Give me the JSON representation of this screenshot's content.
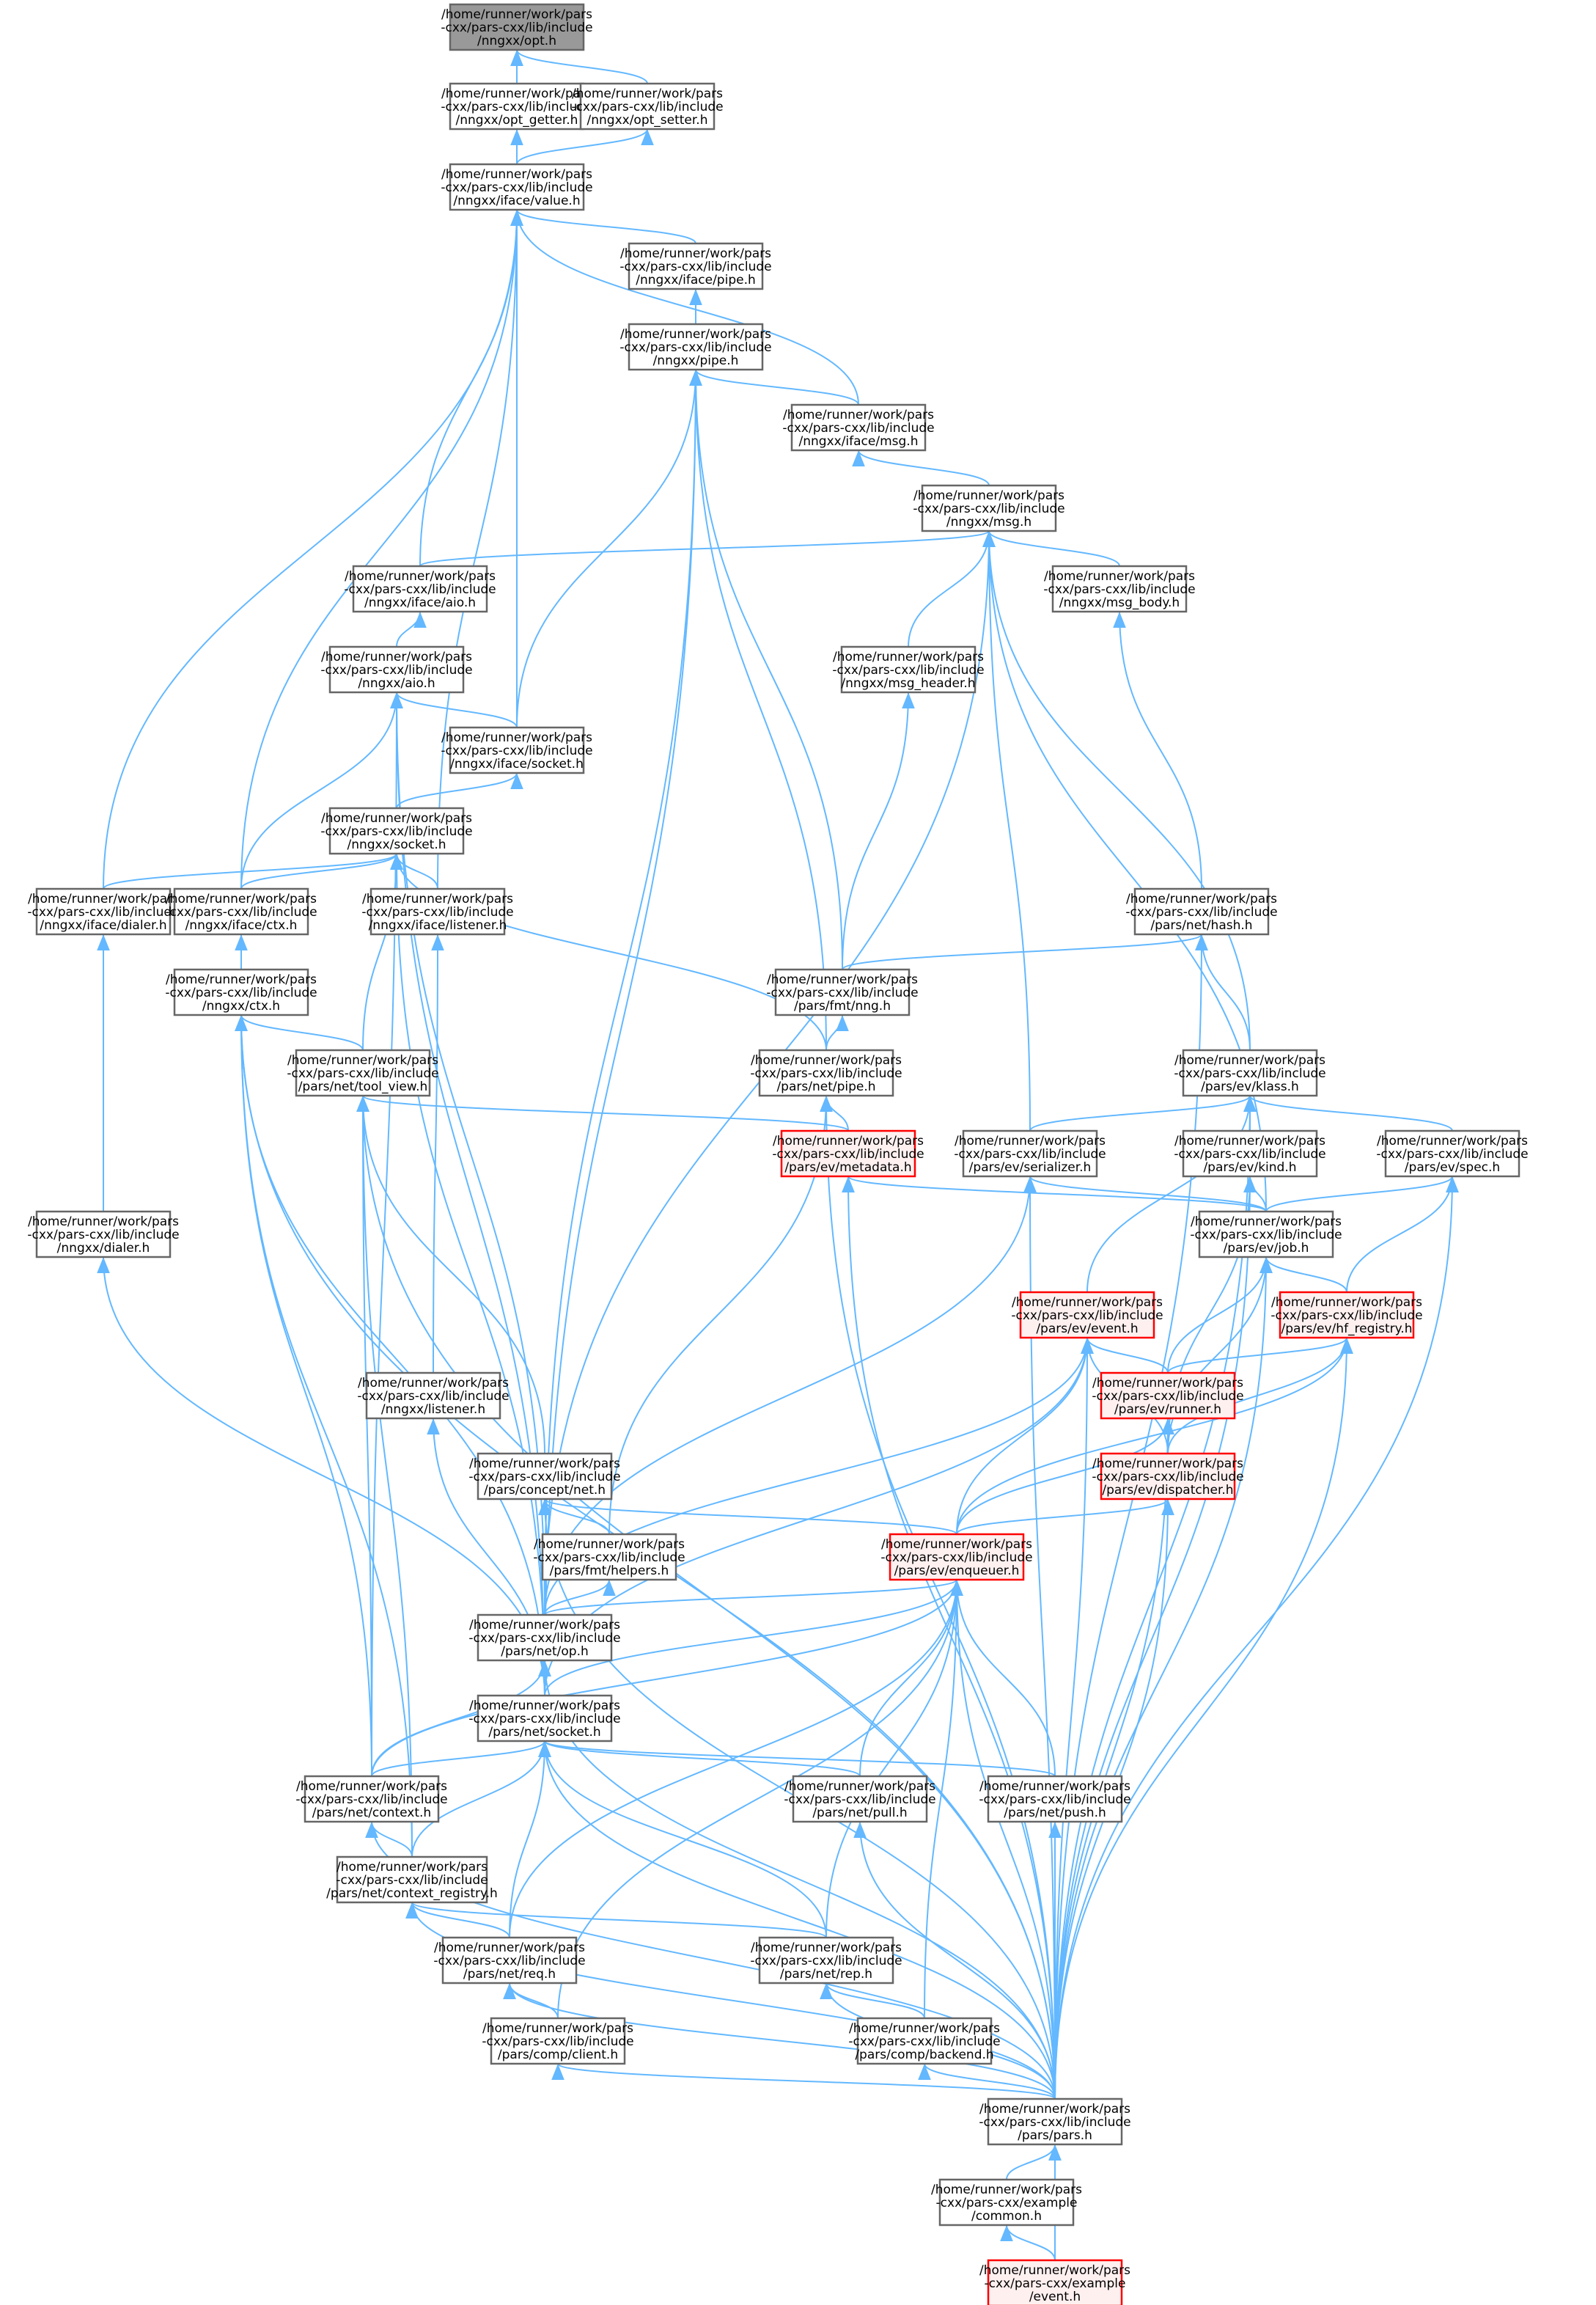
{
  "graph": {
    "nodes": [
      {
        "id": "opt",
        "style": "root",
        "lines": [
          "/home/runner/work/pars",
          "-cxx/pars-cxx/lib/include",
          "/nngxx/opt.h"
        ]
      },
      {
        "id": "opt_getter",
        "style": "normal",
        "lines": [
          "/home/runner/work/pars",
          "-cxx/pars-cxx/lib/include",
          "/nngxx/opt_getter.h"
        ]
      },
      {
        "id": "opt_setter",
        "style": "normal",
        "lines": [
          "/home/runner/work/pars",
          "-cxx/pars-cxx/lib/include",
          "/nngxx/opt_setter.h"
        ]
      },
      {
        "id": "iface_value",
        "style": "normal",
        "lines": [
          "/home/runner/work/pars",
          "-cxx/pars-cxx/lib/include",
          "/nngxx/iface/value.h"
        ]
      },
      {
        "id": "iface_pipe",
        "style": "normal",
        "lines": [
          "/home/runner/work/pars",
          "-cxx/pars-cxx/lib/include",
          "/nngxx/iface/pipe.h"
        ]
      },
      {
        "id": "pipe",
        "style": "normal",
        "lines": [
          "/home/runner/work/pars",
          "-cxx/pars-cxx/lib/include",
          "/nngxx/pipe.h"
        ]
      },
      {
        "id": "iface_msg",
        "style": "normal",
        "lines": [
          "/home/runner/work/pars",
          "-cxx/pars-cxx/lib/include",
          "/nngxx/iface/msg.h"
        ]
      },
      {
        "id": "msg",
        "style": "normal",
        "lines": [
          "/home/runner/work/pars",
          "-cxx/pars-cxx/lib/include",
          "/nngxx/msg.h"
        ]
      },
      {
        "id": "iface_aio",
        "style": "normal",
        "lines": [
          "/home/runner/work/pars",
          "-cxx/pars-cxx/lib/include",
          "/nngxx/iface/aio.h"
        ]
      },
      {
        "id": "msg_body",
        "style": "normal",
        "lines": [
          "/home/runner/work/pars",
          "-cxx/pars-cxx/lib/include",
          "/nngxx/msg_body.h"
        ]
      },
      {
        "id": "aio",
        "style": "normal",
        "lines": [
          "/home/runner/work/pars",
          "-cxx/pars-cxx/lib/include",
          "/nngxx/aio.h"
        ]
      },
      {
        "id": "msg_header",
        "style": "normal",
        "lines": [
          "/home/runner/work/pars",
          "-cxx/pars-cxx/lib/include",
          "/nngxx/msg_header.h"
        ]
      },
      {
        "id": "iface_socket",
        "style": "normal",
        "lines": [
          "/home/runner/work/pars",
          "-cxx/pars-cxx/lib/include",
          "/nngxx/iface/socket.h"
        ]
      },
      {
        "id": "socket",
        "style": "normal",
        "lines": [
          "/home/runner/work/pars",
          "-cxx/pars-cxx/lib/include",
          "/nngxx/socket.h"
        ]
      },
      {
        "id": "iface_dialer",
        "style": "normal",
        "lines": [
          "/home/runner/work/pars",
          "-cxx/pars-cxx/lib/include",
          "/nngxx/iface/dialer.h"
        ]
      },
      {
        "id": "iface_ctx",
        "style": "normal",
        "lines": [
          "/home/runner/work/pars",
          "-cxx/pars-cxx/lib/include",
          "/nngxx/iface/ctx.h"
        ]
      },
      {
        "id": "iface_listener",
        "style": "normal",
        "lines": [
          "/home/runner/work/pars",
          "-cxx/pars-cxx/lib/include",
          "/nngxx/iface/listener.h"
        ]
      },
      {
        "id": "net_hash",
        "style": "normal",
        "lines": [
          "/home/runner/work/pars",
          "-cxx/pars-cxx/lib/include",
          "/pars/net/hash.h"
        ]
      },
      {
        "id": "ctx",
        "style": "normal",
        "lines": [
          "/home/runner/work/pars",
          "-cxx/pars-cxx/lib/include",
          "/nngxx/ctx.h"
        ]
      },
      {
        "id": "fmt_nng",
        "style": "normal",
        "lines": [
          "/home/runner/work/pars",
          "-cxx/pars-cxx/lib/include",
          "/pars/fmt/nng.h"
        ]
      },
      {
        "id": "tool_view",
        "style": "normal",
        "lines": [
          "/home/runner/work/pars",
          "-cxx/pars-cxx/lib/include",
          "/pars/net/tool_view.h"
        ]
      },
      {
        "id": "net_pipe",
        "style": "normal",
        "lines": [
          "/home/runner/work/pars",
          "-cxx/pars-cxx/lib/include",
          "/pars/net/pipe.h"
        ]
      },
      {
        "id": "klass",
        "style": "normal",
        "lines": [
          "/home/runner/work/pars",
          "-cxx/pars-cxx/lib/include",
          "/pars/ev/klass.h"
        ]
      },
      {
        "id": "metadata",
        "style": "red",
        "lines": [
          "/home/runner/work/pars",
          "-cxx/pars-cxx/lib/include",
          "/pars/ev/metadata.h"
        ]
      },
      {
        "id": "serializer",
        "style": "normal",
        "lines": [
          "/home/runner/work/pars",
          "-cxx/pars-cxx/lib/include",
          "/pars/ev/serializer.h"
        ]
      },
      {
        "id": "kind",
        "style": "normal",
        "lines": [
          "/home/runner/work/pars",
          "-cxx/pars-cxx/lib/include",
          "/pars/ev/kind.h"
        ]
      },
      {
        "id": "spec",
        "style": "normal",
        "lines": [
          "/home/runner/work/pars",
          "-cxx/pars-cxx/lib/include",
          "/pars/ev/spec.h"
        ]
      },
      {
        "id": "dialer",
        "style": "normal",
        "lines": [
          "/home/runner/work/pars",
          "-cxx/pars-cxx/lib/include",
          "/nngxx/dialer.h"
        ]
      },
      {
        "id": "job",
        "style": "normal",
        "lines": [
          "/home/runner/work/pars",
          "-cxx/pars-cxx/lib/include",
          "/pars/ev/job.h"
        ]
      },
      {
        "id": "event",
        "style": "red",
        "lines": [
          "/home/runner/work/pars",
          "-cxx/pars-cxx/lib/include",
          "/pars/ev/event.h"
        ]
      },
      {
        "id": "hf_registry",
        "style": "red",
        "lines": [
          "/home/runner/work/pars",
          "-cxx/pars-cxx/lib/include",
          "/pars/ev/hf_registry.h"
        ]
      },
      {
        "id": "listener",
        "style": "normal",
        "lines": [
          "/home/runner/work/pars",
          "-cxx/pars-cxx/lib/include",
          "/nngxx/listener.h"
        ]
      },
      {
        "id": "runner",
        "style": "red",
        "lines": [
          "/home/runner/work/pars",
          "-cxx/pars-cxx/lib/include",
          "/pars/ev/runner.h"
        ]
      },
      {
        "id": "concept_net",
        "style": "normal",
        "lines": [
          "/home/runner/work/pars",
          "-cxx/pars-cxx/lib/include",
          "/pars/concept/net.h"
        ]
      },
      {
        "id": "dispatcher",
        "style": "red",
        "lines": [
          "/home/runner/work/pars",
          "-cxx/pars-cxx/lib/include",
          "/pars/ev/dispatcher.h"
        ]
      },
      {
        "id": "fmt_helpers",
        "style": "normal",
        "lines": [
          "/home/runner/work/pars",
          "-cxx/pars-cxx/lib/include",
          "/pars/fmt/helpers.h"
        ]
      },
      {
        "id": "enqueuer",
        "style": "red",
        "lines": [
          "/home/runner/work/pars",
          "-cxx/pars-cxx/lib/include",
          "/pars/ev/enqueuer.h"
        ]
      },
      {
        "id": "net_op",
        "style": "normal",
        "lines": [
          "/home/runner/work/pars",
          "-cxx/pars-cxx/lib/include",
          "/pars/net/op.h"
        ]
      },
      {
        "id": "net_socket",
        "style": "normal",
        "lines": [
          "/home/runner/work/pars",
          "-cxx/pars-cxx/lib/include",
          "/pars/net/socket.h"
        ]
      },
      {
        "id": "net_context",
        "style": "normal",
        "lines": [
          "/home/runner/work/pars",
          "-cxx/pars-cxx/lib/include",
          "/pars/net/context.h"
        ]
      },
      {
        "id": "net_pull",
        "style": "normal",
        "lines": [
          "/home/runner/work/pars",
          "-cxx/pars-cxx/lib/include",
          "/pars/net/pull.h"
        ]
      },
      {
        "id": "net_push",
        "style": "normal",
        "lines": [
          "/home/runner/work/pars",
          "-cxx/pars-cxx/lib/include",
          "/pars/net/push.h"
        ]
      },
      {
        "id": "context_registry",
        "style": "normal",
        "lines": [
          "/home/runner/work/pars",
          "-cxx/pars-cxx/lib/include",
          "/pars/net/context_registry.h"
        ]
      },
      {
        "id": "net_req",
        "style": "normal",
        "lines": [
          "/home/runner/work/pars",
          "-cxx/pars-cxx/lib/include",
          "/pars/net/req.h"
        ]
      },
      {
        "id": "net_rep",
        "style": "normal",
        "lines": [
          "/home/runner/work/pars",
          "-cxx/pars-cxx/lib/include",
          "/pars/net/rep.h"
        ]
      },
      {
        "id": "comp_client",
        "style": "normal",
        "lines": [
          "/home/runner/work/pars",
          "-cxx/pars-cxx/lib/include",
          "/pars/comp/client.h"
        ]
      },
      {
        "id": "comp_backend",
        "style": "normal",
        "lines": [
          "/home/runner/work/pars",
          "-cxx/pars-cxx/lib/include",
          "/pars/comp/backend.h"
        ]
      },
      {
        "id": "pars",
        "style": "normal",
        "lines": [
          "/home/runner/work/pars",
          "-cxx/pars-cxx/lib/include",
          "/pars/pars.h"
        ]
      },
      {
        "id": "ex_common",
        "style": "normal",
        "lines": [
          "/home/runner/work/pars",
          "-cxx/pars-cxx/example",
          "/common.h"
        ]
      },
      {
        "id": "ex_event",
        "style": "red",
        "lines": [
          "/home/runner/work/pars",
          "-cxx/pars-cxx/example",
          "/event.h"
        ]
      }
    ],
    "edges": [
      [
        "opt_getter",
        "opt"
      ],
      [
        "opt_setter",
        "opt"
      ],
      [
        "iface_value",
        "opt"
      ],
      [
        "iface_value",
        "opt_getter"
      ],
      [
        "iface_value",
        "opt_setter"
      ],
      [
        "iface_pipe",
        "iface_value"
      ],
      [
        "iface_msg",
        "iface_value"
      ],
      [
        "iface_aio",
        "iface_value"
      ],
      [
        "iface_socket",
        "iface_value"
      ],
      [
        "iface_dialer",
        "iface_value"
      ],
      [
        "iface_ctx",
        "iface_value"
      ],
      [
        "iface_listener",
        "iface_value"
      ],
      [
        "pipe",
        "iface_pipe"
      ],
      [
        "iface_msg",
        "pipe"
      ],
      [
        "iface_socket",
        "pipe"
      ],
      [
        "fmt_nng",
        "pipe"
      ],
      [
        "net_pipe",
        "pipe"
      ],
      [
        "net_op",
        "pipe"
      ],
      [
        "net_socket",
        "pipe"
      ],
      [
        "msg",
        "iface_msg"
      ],
      [
        "iface_aio",
        "msg"
      ],
      [
        "msg_body",
        "msg"
      ],
      [
        "msg_header",
        "msg"
      ],
      [
        "serializer",
        "msg"
      ],
      [
        "klass",
        "msg"
      ],
      [
        "job",
        "msg"
      ],
      [
        "net_op",
        "msg"
      ],
      [
        "net_hash",
        "msg_body"
      ],
      [
        "fmt_nng",
        "msg_header"
      ],
      [
        "aio",
        "iface_aio"
      ],
      [
        "iface_socket",
        "aio"
      ],
      [
        "iface_ctx",
        "aio"
      ],
      [
        "net_context",
        "aio"
      ],
      [
        "net_socket",
        "aio"
      ],
      [
        "net_op",
        "aio"
      ],
      [
        "socket",
        "iface_socket"
      ],
      [
        "iface_dialer",
        "socket"
      ],
      [
        "iface_ctx",
        "socket"
      ],
      [
        "iface_listener",
        "socket"
      ],
      [
        "tool_view",
        "socket"
      ],
      [
        "net_pipe",
        "socket"
      ],
      [
        "net_socket",
        "socket"
      ],
      [
        "dialer",
        "iface_dialer"
      ],
      [
        "ctx",
        "iface_ctx"
      ],
      [
        "listener",
        "iface_listener"
      ],
      [
        "fmt_nng",
        "net_hash"
      ],
      [
        "klass",
        "net_hash"
      ],
      [
        "pars",
        "net_hash"
      ],
      [
        "tool_view",
        "ctx"
      ],
      [
        "net_context",
        "ctx"
      ],
      [
        "net_socket",
        "ctx"
      ],
      [
        "context_registry",
        "ctx"
      ],
      [
        "pars",
        "ctx"
      ],
      [
        "net_pipe",
        "fmt_nng"
      ],
      [
        "metadata",
        "tool_view"
      ],
      [
        "concept_net",
        "tool_view"
      ],
      [
        "context_registry",
        "tool_view"
      ],
      [
        "net_context",
        "tool_view"
      ],
      [
        "pars",
        "tool_view"
      ],
      [
        "metadata",
        "net_pipe"
      ],
      [
        "fmt_helpers",
        "net_pipe"
      ],
      [
        "pars",
        "net_pipe"
      ],
      [
        "serializer",
        "klass"
      ],
      [
        "kind",
        "klass"
      ],
      [
        "spec",
        "klass"
      ],
      [
        "event",
        "klass"
      ],
      [
        "pars",
        "klass"
      ],
      [
        "job",
        "metadata"
      ],
      [
        "pars",
        "metadata"
      ],
      [
        "job",
        "serializer"
      ],
      [
        "net_op",
        "serializer"
      ],
      [
        "pars",
        "serializer"
      ],
      [
        "job",
        "kind"
      ],
      [
        "dispatcher",
        "kind"
      ],
      [
        "pars",
        "kind"
      ],
      [
        "job",
        "spec"
      ],
      [
        "hf_registry",
        "spec"
      ],
      [
        "pars",
        "spec"
      ],
      [
        "net_socket",
        "dialer"
      ],
      [
        "hf_registry",
        "job"
      ],
      [
        "runner",
        "job"
      ],
      [
        "dispatcher",
        "job"
      ],
      [
        "pars",
        "job"
      ],
      [
        "runner",
        "event"
      ],
      [
        "dispatcher",
        "event"
      ],
      [
        "enqueuer",
        "event"
      ],
      [
        "net_op",
        "event"
      ],
      [
        "net_socket",
        "event"
      ],
      [
        "pars",
        "event"
      ],
      [
        "runner",
        "hf_registry"
      ],
      [
        "dispatcher",
        "hf_registry"
      ],
      [
        "enqueuer",
        "hf_registry"
      ],
      [
        "pars",
        "hf_registry"
      ],
      [
        "net_socket",
        "listener"
      ],
      [
        "dispatcher",
        "runner"
      ],
      [
        "enqueuer",
        "runner"
      ],
      [
        "pars",
        "runner"
      ],
      [
        "fmt_helpers",
        "concept_net"
      ],
      [
        "enqueuer",
        "concept_net"
      ],
      [
        "pars",
        "concept_net"
      ],
      [
        "enqueuer",
        "dispatcher"
      ],
      [
        "pars",
        "dispatcher"
      ],
      [
        "net_op",
        "fmt_helpers"
      ],
      [
        "net_op",
        "enqueuer"
      ],
      [
        "net_socket",
        "enqueuer"
      ],
      [
        "net_context",
        "enqueuer"
      ],
      [
        "net_pull",
        "enqueuer"
      ],
      [
        "net_push",
        "enqueuer"
      ],
      [
        "net_req",
        "enqueuer"
      ],
      [
        "net_rep",
        "enqueuer"
      ],
      [
        "comp_client",
        "enqueuer"
      ],
      [
        "comp_backend",
        "enqueuer"
      ],
      [
        "pars",
        "enqueuer"
      ],
      [
        "net_socket",
        "net_op"
      ],
      [
        "net_context",
        "net_op"
      ],
      [
        "pars",
        "net_op"
      ],
      [
        "net_context",
        "net_socket"
      ],
      [
        "context_registry",
        "net_socket"
      ],
      [
        "net_pull",
        "net_socket"
      ],
      [
        "net_push",
        "net_socket"
      ],
      [
        "net_req",
        "net_socket"
      ],
      [
        "net_rep",
        "net_socket"
      ],
      [
        "pars",
        "net_socket"
      ],
      [
        "context_registry",
        "net_context"
      ],
      [
        "pars",
        "net_context"
      ],
      [
        "pars",
        "net_pull"
      ],
      [
        "pars",
        "net_push"
      ],
      [
        "net_req",
        "context_registry"
      ],
      [
        "net_rep",
        "context_registry"
      ],
      [
        "pars",
        "context_registry"
      ],
      [
        "comp_client",
        "net_req"
      ],
      [
        "pars",
        "net_req"
      ],
      [
        "comp_backend",
        "net_rep"
      ],
      [
        "pars",
        "net_rep"
      ],
      [
        "pars",
        "comp_client"
      ],
      [
        "pars",
        "comp_backend"
      ],
      [
        "ex_common",
        "pars"
      ],
      [
        "ex_event",
        "pars"
      ],
      [
        "ex_event",
        "ex_common"
      ]
    ]
  },
  "colors": {
    "edge": "#63b8ff",
    "red_border": "#ff0000",
    "red_fill": "#fff0f0",
    "root_fill": "#999999"
  }
}
